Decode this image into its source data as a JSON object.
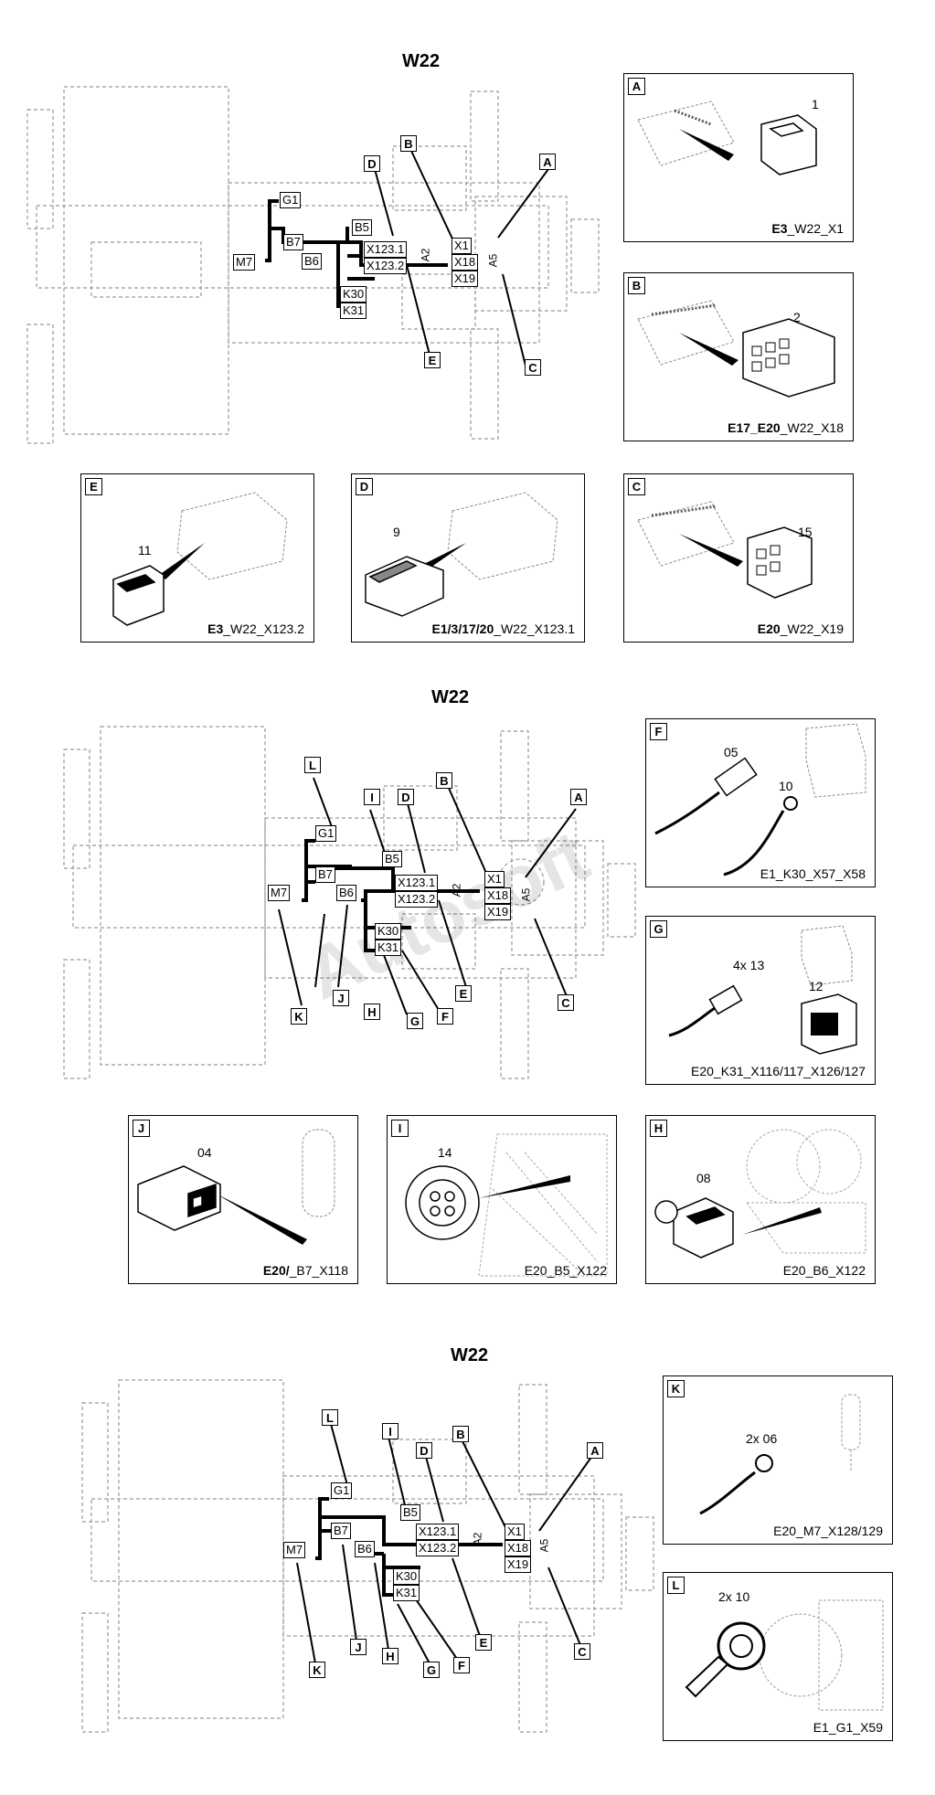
{
  "diagram1": {
    "title": "W22",
    "labels": {
      "g1": "G1",
      "b5": "B5",
      "b7": "B7",
      "b6": "B6",
      "m7": "M7",
      "x1231": "X123.1",
      "x1232": "X123.2",
      "a2": "A2",
      "x1": "X1",
      "x18": "X18",
      "x19": "X19",
      "a5": "A5",
      "k30": "K30",
      "k31": "K31"
    },
    "tags": {
      "a": "A",
      "b": "B",
      "c": "C",
      "d": "D",
      "e": "E"
    }
  },
  "panels1": {
    "a": {
      "label": "A",
      "num": "1",
      "cap_bold": "E3",
      "cap_rest": "_W22_X1"
    },
    "b": {
      "label": "B",
      "num": "2",
      "cap_bold": "E17_E20",
      "cap_rest": "_W22_X18"
    },
    "e": {
      "label": "E",
      "num": "11",
      "cap_bold": "E3",
      "cap_rest": "_W22_X123.2"
    },
    "d": {
      "label": "D",
      "num": "9",
      "cap_bold": "E1/3/17/20",
      "cap_rest": "_W22_X123.1"
    },
    "c": {
      "label": "C",
      "num": "15",
      "cap_bold": "E20",
      "cap_rest": "_W22_X19"
    }
  },
  "diagram2": {
    "title": "W22",
    "labels": {
      "g1": "G1",
      "b5": "B5",
      "b7": "B7",
      "b6": "B6",
      "m7": "M7",
      "x1231": "X123.1",
      "x1232": "X123.2",
      "a2": "A2",
      "x1": "X1",
      "x18": "X18",
      "x19": "X19",
      "a5": "A5",
      "k30": "K30",
      "k31": "K31"
    },
    "tags": {
      "a": "A",
      "b": "B",
      "c": "C",
      "d": "D",
      "e": "E",
      "f": "F",
      "g": "G",
      "h": "H",
      "i": "I",
      "j": "J",
      "k": "K",
      "l": "L"
    }
  },
  "panels2": {
    "f": {
      "label": "F",
      "num1": "05",
      "num2": "10",
      "cap": "E1_K30_X57_X58"
    },
    "g": {
      "label": "G",
      "num1": "4x 13",
      "num2": "12",
      "cap": "E20_K31_X116/117_X126/127"
    },
    "j": {
      "label": "J",
      "num": "04",
      "cap_bold": "E20/",
      "cap_rest": "_B7_X118"
    },
    "i": {
      "label": "I",
      "num": "14",
      "cap": "E20_B5_X122"
    },
    "h": {
      "label": "H",
      "num": "08",
      "cap": "E20_B6_X122"
    }
  },
  "watermark": "Autosoft",
  "diagram3": {
    "title": "W22",
    "labels": {
      "g1": "G1",
      "b5": "B5",
      "b7": "B7",
      "b6": "B6",
      "m7": "M7",
      "x1231": "X123.1",
      "x1232": "X123.2",
      "a2": "A2",
      "x1": "X1",
      "x18": "X18",
      "x19": "X19",
      "a5": "A5",
      "k30": "K30",
      "k31": "K31"
    },
    "tags": {
      "a": "A",
      "b": "B",
      "c": "C",
      "d": "D",
      "e": "E",
      "f": "F",
      "g": "G",
      "h": "H",
      "i": "I",
      "j": "J",
      "k": "K",
      "l": "L"
    }
  },
  "panels3": {
    "k": {
      "label": "K",
      "num": "2x 06",
      "cap": "E20_M7_X128/129"
    },
    "l": {
      "label": "L",
      "num": "2x 10",
      "cap": "E1_G1_X59"
    }
  }
}
